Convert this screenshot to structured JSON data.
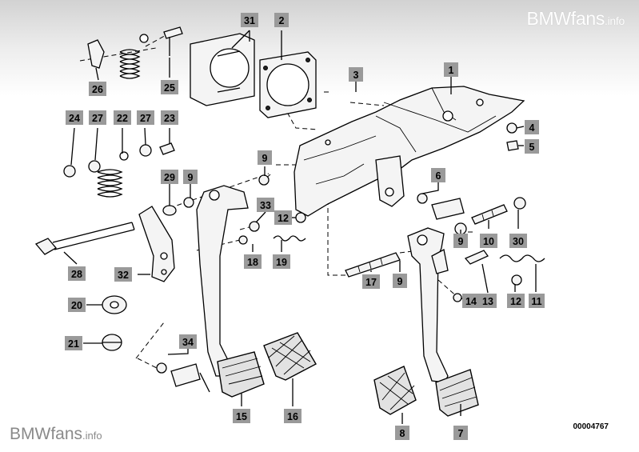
{
  "watermarks": {
    "top_brand": "BMWfans",
    "top_suffix": ".info",
    "bottom_brand": "BMWfans",
    "bottom_suffix": ".info"
  },
  "drawing_number": "00004767",
  "callouts": [
    {
      "id": "c1",
      "label": "1"
    },
    {
      "id": "c2",
      "label": "2"
    },
    {
      "id": "c3",
      "label": "3"
    },
    {
      "id": "c4",
      "label": "4"
    },
    {
      "id": "c5",
      "label": "5"
    },
    {
      "id": "c6",
      "label": "6"
    },
    {
      "id": "c7",
      "label": "7"
    },
    {
      "id": "c8",
      "label": "8"
    },
    {
      "id": "c9a",
      "label": "9"
    },
    {
      "id": "c9b",
      "label": "9"
    },
    {
      "id": "c9c",
      "label": "9"
    },
    {
      "id": "c9d",
      "label": "9"
    },
    {
      "id": "c10",
      "label": "10"
    },
    {
      "id": "c11",
      "label": "11"
    },
    {
      "id": "c12a",
      "label": "12"
    },
    {
      "id": "c12b",
      "label": "12"
    },
    {
      "id": "c13",
      "label": "13"
    },
    {
      "id": "c14",
      "label": "14"
    },
    {
      "id": "c15",
      "label": "15"
    },
    {
      "id": "c16",
      "label": "16"
    },
    {
      "id": "c17",
      "label": "17"
    },
    {
      "id": "c18",
      "label": "18"
    },
    {
      "id": "c19",
      "label": "19"
    },
    {
      "id": "c20",
      "label": "20"
    },
    {
      "id": "c21",
      "label": "21"
    },
    {
      "id": "c22",
      "label": "22"
    },
    {
      "id": "c23",
      "label": "23"
    },
    {
      "id": "c24",
      "label": "24"
    },
    {
      "id": "c25",
      "label": "25"
    },
    {
      "id": "c26",
      "label": "26"
    },
    {
      "id": "c27a",
      "label": "27"
    },
    {
      "id": "c27b",
      "label": "27"
    },
    {
      "id": "c28",
      "label": "28"
    },
    {
      "id": "c29",
      "label": "29"
    },
    {
      "id": "c30",
      "label": "30"
    },
    {
      "id": "c31",
      "label": "31"
    },
    {
      "id": "c32",
      "label": "32"
    },
    {
      "id": "c33",
      "label": "33"
    },
    {
      "id": "c34",
      "label": "34"
    }
  ]
}
